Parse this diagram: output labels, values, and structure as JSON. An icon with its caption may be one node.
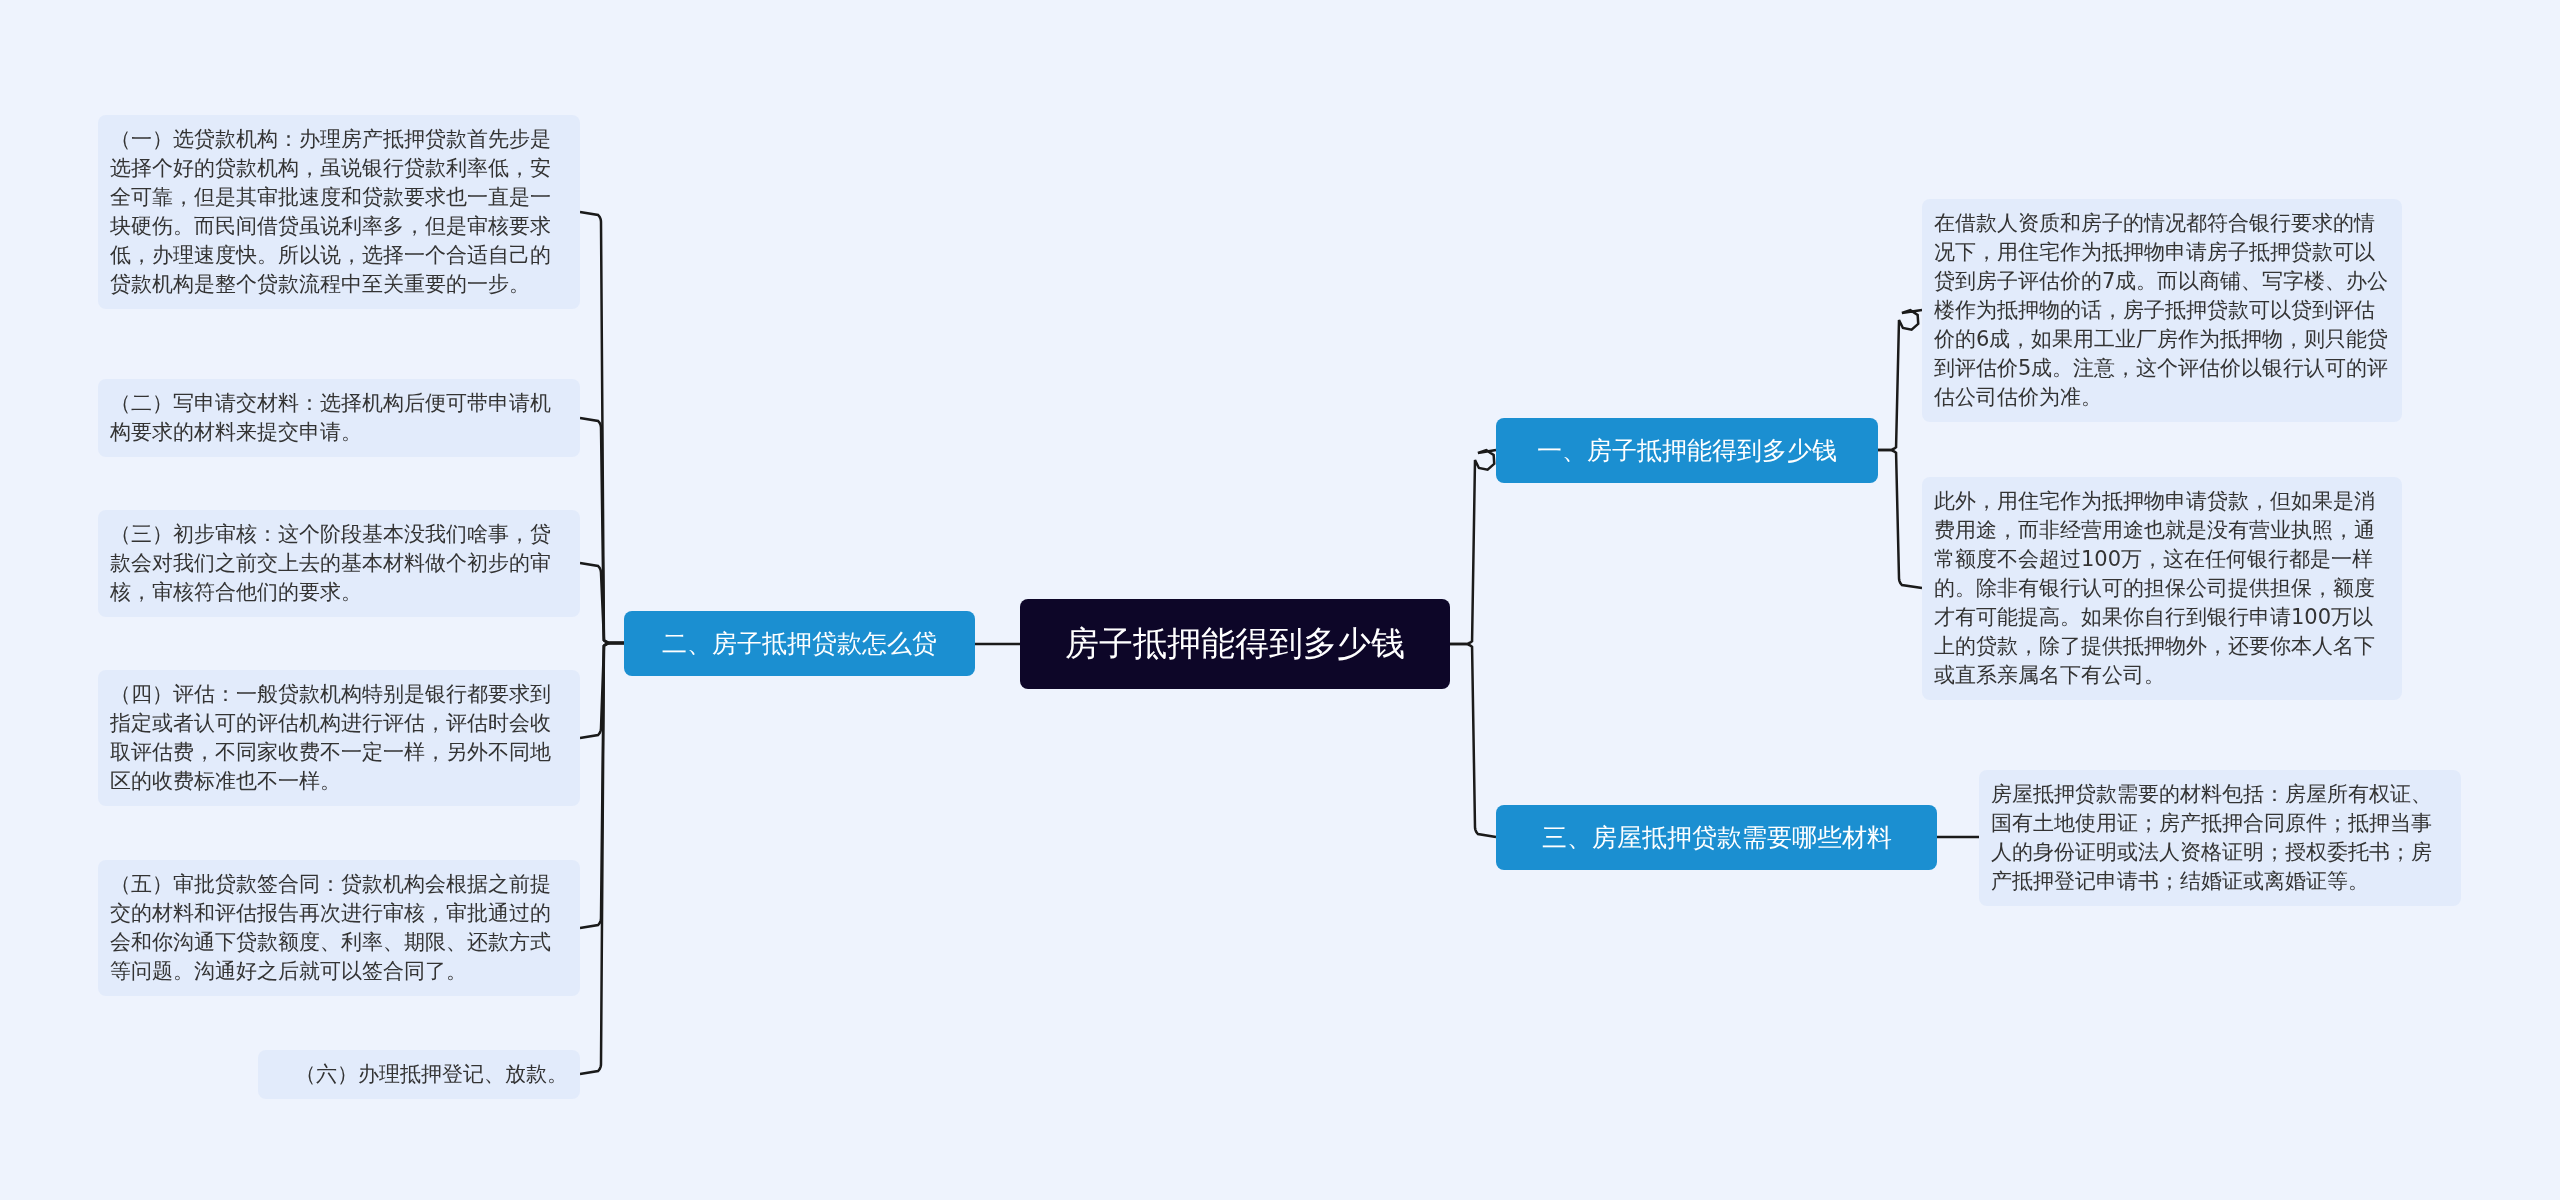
{
  "diagram": {
    "nodes": [
      {
        "text": [
          "房子抵押能得到多少钱"
        ]
      },
      {
        "text": [
          "二、房子抵押贷款怎么贷"
        ]
      },
      {
        "text": [
          "（一）选贷款机构：办理房产抵押贷款首先步是选择个好的贷款机构，虽说银行贷款利率低，安全可靠，但是其审批速度和贷款要求也一直是一块硬伤。而民间借贷虽说利率多，但是审核要求低，办理速度快。所以说，选择一个合适自己的贷款机构是整个贷款流程中至关重要的一步。"
        ]
      },
      {
        "text": [
          "（二）写申请交材料：选择机构后便可带申请机构要求的材料来提交申请。"
        ]
      },
      {
        "text": [
          "（三）初步审核：这个阶段基本没我们啥事，贷款会对我们之前交上去的基本材料做个初步的审核，审核符合他们的要求。"
        ]
      },
      {
        "text": [
          "（四）评估：一般贷款机构特别是银行都要求到指定或者认可的评估机构进行评估，评估时会收取评估费，不同家收费不一定一样，另外不同地区的收费标准也不一样。"
        ]
      },
      {
        "text": [
          "（五）审批贷款签合同：贷款机构会根据之前提交的材料和评估报告再次进行审核，审批通过的会和你沟通下贷款额度、利率、期限、还款方式等问题。沟通好之后就可以签合同了。"
        ]
      },
      {
        "text": [
          "（六）办理抵押登记、放款。"
        ]
      },
      {
        "text": [
          "一、房子抵押能得到多少钱"
        ]
      },
      {
        "text": [
          "在借款人资质和房子的情况都符合银行要求的情况下，用住宅作为抵押物申请房子抵押贷款可以贷到房子评估价的7成。而以商铺、写字楼、办公楼作为抵押物的话，房子抵押贷款可以贷到评估价的6成，如果用工业厂房作为抵押物，则只能贷到评估价5成。注意，这个评估价以银行认可的评估公司估价为准。"
        ]
      },
      {
        "text": [
          "此外，用住宅作为抵押物申请贷款，但如果是消费用途，而非经营用途也就是没有营业执照，通常额度不会超过100万，这在任何银行都是一样的。除非有银行认可的担保公司提供担保，额度才有可能提高。如果你自行到银行申请100万以上的贷款，除了提供抵押物外，还要你本人名下或直系亲属名下有公司。"
        ]
      },
      {
        "text": [
          "三、房屋抵押贷款需要哪些材料"
        ]
      },
      {
        "text": [
          "房屋抵押贷款需要的材料包括：房屋所有权证、国有土地使用证；房产抵押合同原件；抵押当事人的身份证明或法人资格证明；授权委托书；房产抵押登记申请书；结婚证或离婚证等。"
        ]
      }
    ],
    "edges": [
      {
        "from": 0,
        "to": 1,
        "arrow": "none"
      },
      {
        "from": 1,
        "to": 2,
        "arrow": "none"
      },
      {
        "from": 1,
        "to": 3,
        "arrow": "none"
      },
      {
        "from": 1,
        "to": 4,
        "arrow": "none"
      },
      {
        "from": 1,
        "to": 5,
        "arrow": "none"
      },
      {
        "from": 1,
        "to": 6,
        "arrow": "none"
      },
      {
        "from": 1,
        "to": 7,
        "arrow": "none"
      },
      {
        "from": 0,
        "to": 8,
        "arrow": "none"
      },
      {
        "from": 8,
        "to": 9,
        "arrow": "none"
      },
      {
        "from": 8,
        "to": 10,
        "arrow": "none"
      },
      {
        "from": 0,
        "to": 11,
        "arrow": "none"
      },
      {
        "from": 11,
        "to": 12,
        "arrow": "none"
      }
    ]
  }
}
